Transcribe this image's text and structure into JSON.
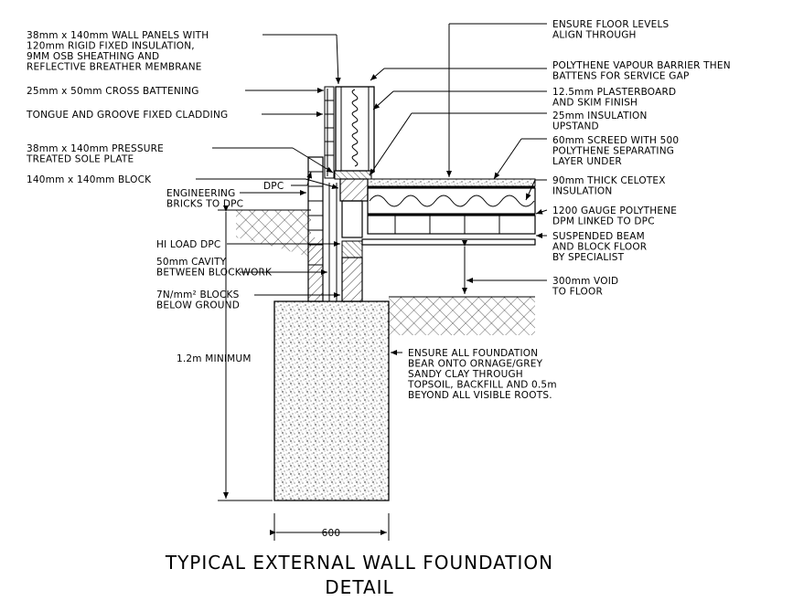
{
  "labels": {
    "wall_panels": [
      "38mm x 140mm WALL PANELS WITH",
      "120mm RIGID FIXED INSULATION,",
      "9MM OSB SHEATHING AND",
      "REFLECTIVE BREATHER MEMBRANE"
    ],
    "cross_battening": [
      "25mm x 50mm CROSS BATTENING"
    ],
    "cladding": [
      "TONGUE AND GROOVE FIXED CLADDING"
    ],
    "sole_plate": [
      "38mm x 140mm PRESSURE",
      "TREATED SOLE PLATE"
    ],
    "block": [
      "140mm x 140mm BLOCK"
    ],
    "dpc": [
      "DPC"
    ],
    "engineering_bricks": [
      "ENGINEERING",
      "BRICKS TO DPC"
    ],
    "hi_load_dpc": [
      "HI LOAD DPC"
    ],
    "cavity": [
      "50mm CAVITY",
      "BETWEEN BLOCKWORK"
    ],
    "blocks_below": [
      "7N/mm² BLOCKS",
      "BELOW GROUND"
    ],
    "depth": [
      "1.2m MINIMUM"
    ],
    "floor_levels": [
      "ENSURE FLOOR LEVELS",
      "ALIGN THROUGH"
    ],
    "vapour_barrier": [
      "POLYTHENE VAPOUR BARRIER THEN",
      "BATTENS FOR SERVICE GAP"
    ],
    "plasterboard": [
      "12.5mm PLASTERBOARD",
      "AND SKIM FINISH"
    ],
    "insulation_upstand": [
      "25mm INSULATION",
      "UPSTAND"
    ],
    "screed": [
      "60mm SCREED WITH 500",
      "POLYTHENE SEPARATING",
      "LAYER UNDER"
    ],
    "celotex": [
      "90mm THICK CELOTEX",
      "INSULATION"
    ],
    "dpm": [
      "1200 GAUGE POLYTHENE",
      "DPM LINKED TO DPC"
    ],
    "suspended_floor": [
      "SUSPENDED BEAM",
      "AND BLOCK FLOOR",
      "BY SPECIALIST"
    ],
    "void": [
      "300mm VOID",
      "TO FLOOR"
    ],
    "foundation": [
      "ENSURE ALL FOUNDATION",
      "BEAR ONTO ORNAGE/GREY",
      "SANDY CLAY THROUGH",
      "TOPSOIL, BACKFILL AND 0.5m",
      "BEYOND ALL VISIBLE ROOTS."
    ],
    "width": [
      "600"
    ]
  },
  "title": {
    "line1": "TYPICAL EXTERNAL WALL FOUNDATION",
    "line2": "DETAIL"
  }
}
